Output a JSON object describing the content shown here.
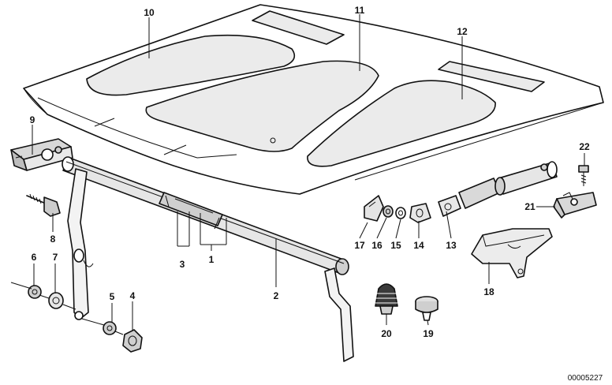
{
  "diagram": {
    "labels": [
      "1",
      "2",
      "3",
      "4",
      "5",
      "6",
      "7",
      "8",
      "9",
      "10",
      "11",
      "12",
      "13",
      "14",
      "15",
      "16",
      "17",
      "18",
      "19",
      "20",
      "21",
      "22"
    ],
    "drawing_code": "00005227"
  }
}
